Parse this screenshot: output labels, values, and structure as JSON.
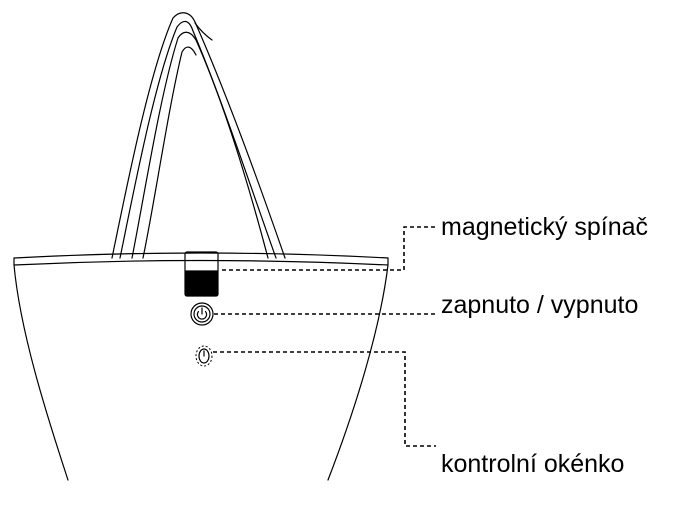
{
  "labels": {
    "magnetic_switch": "magnetický spínač",
    "power": "zapnuto / vypnuto",
    "control_window": "kontrolní okénko"
  },
  "colors": {
    "line": "#000000",
    "background": "#ffffff"
  },
  "icons": {
    "power_button": "power-icon",
    "indicator_window": "indicator-window-icon"
  }
}
